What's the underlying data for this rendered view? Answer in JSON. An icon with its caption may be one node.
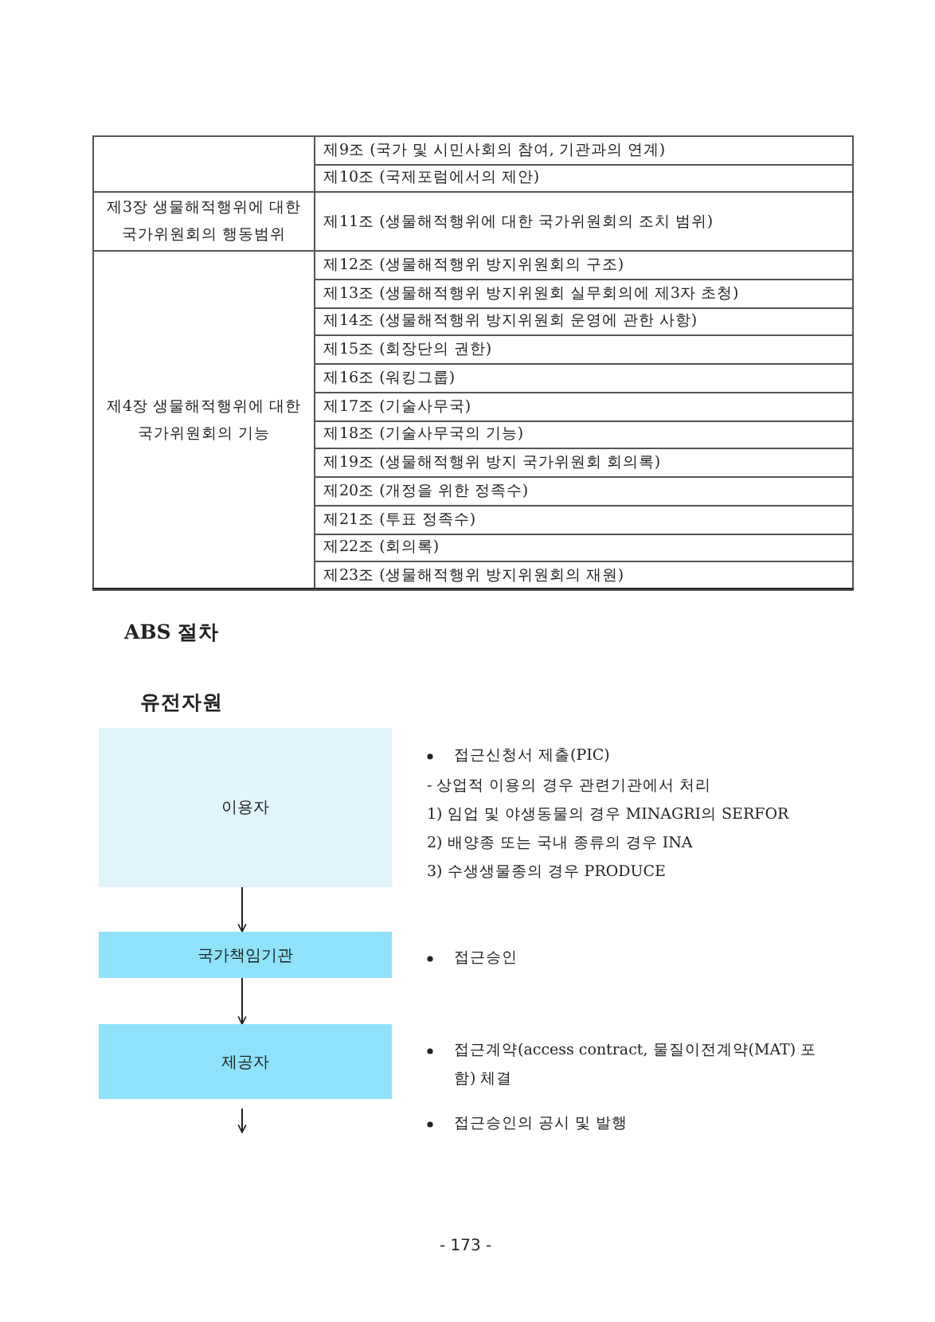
{
  "diagram": {
    "nodes": [
      {
        "text": [
          "이용자"
        ],
        "beside": [
          "접근신청서 제출(PIC)",
          "- 상업적 이용의 경우 관련기관에서 처리",
          "1) 임업 및 야생동물의 경우 MINAGRI의 SERFOR",
          "2) 배양종 또는 국내 종류의 경우 INA",
          "3) 수생생물종의 경우 PRODUCE"
        ]
      },
      {
        "text": [
          "국가책임기관"
        ]
      },
      {
        "text": [
          "제공자"
        ]
      }
    ],
    "edges": [
      {
        "from": 0,
        "to": 1,
        "arrow": "to"
      },
      {
        "from": 1,
        "to": 2,
        "arrow": "to"
      },
      {
        "from": 2,
        "to": null,
        "arrow": "to"
      }
    ],
    "labels": [
      "제9조 (국가 및 시민사회의 참여, 기관과의 연계)",
      "제10조 (국제포럼에서의 제안)",
      "제3장 생물해적행위에 대한 국가위원회의 행동범위",
      "제11조 (생물해적행위에 대한 국가위원회의 조치 범위)",
      "제4장 생물해적행위에 대한 국가위원회의 기능",
      "제12조 (생물해적행위 방지위원회의 구조)",
      "제13조 (생물해적행위 방지위원회 실무회의에 제3자 초청)",
      "제14조 (생물해적행위 방지위원회 운영에 관한 사항)",
      "제15조 (회장단의 권한)",
      "제16조 (워킹그룹)",
      "제17조 (기술사무국)",
      "제18조 (기술사무국의 기능)",
      "제19조 (생물해적행위 방지 국가위원회 회의록)",
      "제20조 (개정을 위한 정족수)",
      "제21조 (투표 정족수)",
      "제22조 (회의록)",
      "제23조 (생물해적행위 방지위원회의 재원)",
      "ABS 절차",
      "유전자원",
      "접근승인",
      "접근계약(access contract, 물질이전계약(MAT) 포함) 체결",
      "접근승인의 공시 및 발행",
      "- 173 -"
    ]
  }
}
